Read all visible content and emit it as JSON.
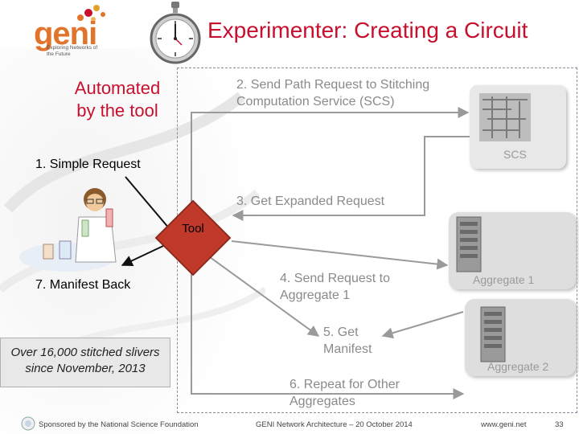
{
  "header": {
    "logo_text": "geni",
    "logo_tagline": "Exploring Networks of the Future",
    "title": "Experimenter: Creating a Circuit"
  },
  "annotation": {
    "automated": "Automated by the tool"
  },
  "steps": {
    "step1": "1. Simple Request",
    "step2": "2. Send Path Request to Stitching Computation Service (SCS)",
    "step3": "3. Get Expanded Request",
    "step4": "4. Send Request to Aggregate 1",
    "step5": "5. Get Manifest",
    "step6": "6. Repeat for Other Aggregates",
    "step7": "7. Manifest Back"
  },
  "tool": {
    "label": "Tool"
  },
  "nodes": {
    "scs": "SCS",
    "aggregate1": "Aggregate 1",
    "aggregate2": "Aggregate 2"
  },
  "stat": {
    "text": "Over 16,000 stitched slivers since November, 2013"
  },
  "footer": {
    "sponsor": "Sponsored by the National Science Foundation",
    "event": "GENI Network Architecture – 20 October 2014",
    "url": "www.geni.net",
    "page": "33"
  },
  "colors": {
    "title": "#c8102e",
    "logo": "#e2732a",
    "tool_diamond": "#c0392b",
    "arrow_grey": "#9a9a9a"
  }
}
